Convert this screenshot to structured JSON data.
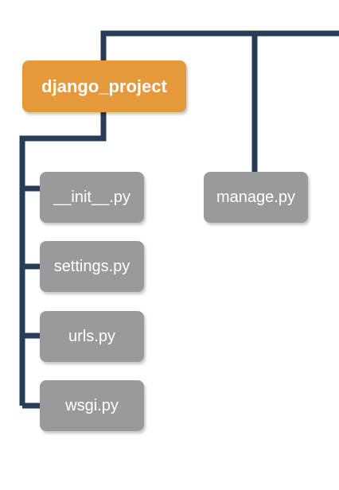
{
  "root": {
    "label": "django_project"
  },
  "children": [
    {
      "label": "__init__.py"
    },
    {
      "label": "settings.py"
    },
    {
      "label": "urls.py"
    },
    {
      "label": "wsgi.py"
    }
  ],
  "sibling": {
    "label": "manage.py"
  },
  "colors": {
    "connector": "#253d57",
    "root_fill": "#e5993b",
    "file_fill": "#9a9a9a",
    "text": "#ffffff"
  }
}
